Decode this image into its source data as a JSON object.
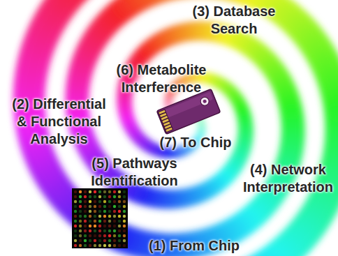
{
  "diagram": {
    "labels": [
      "(3) Database Search",
      "(6) Metabolite Interference",
      "(2) Differential & Functional Analysis",
      "(7) To Chip",
      "(5) Pathways Identification",
      "(4) Network Interpretation",
      "(1) From Chip"
    ]
  }
}
